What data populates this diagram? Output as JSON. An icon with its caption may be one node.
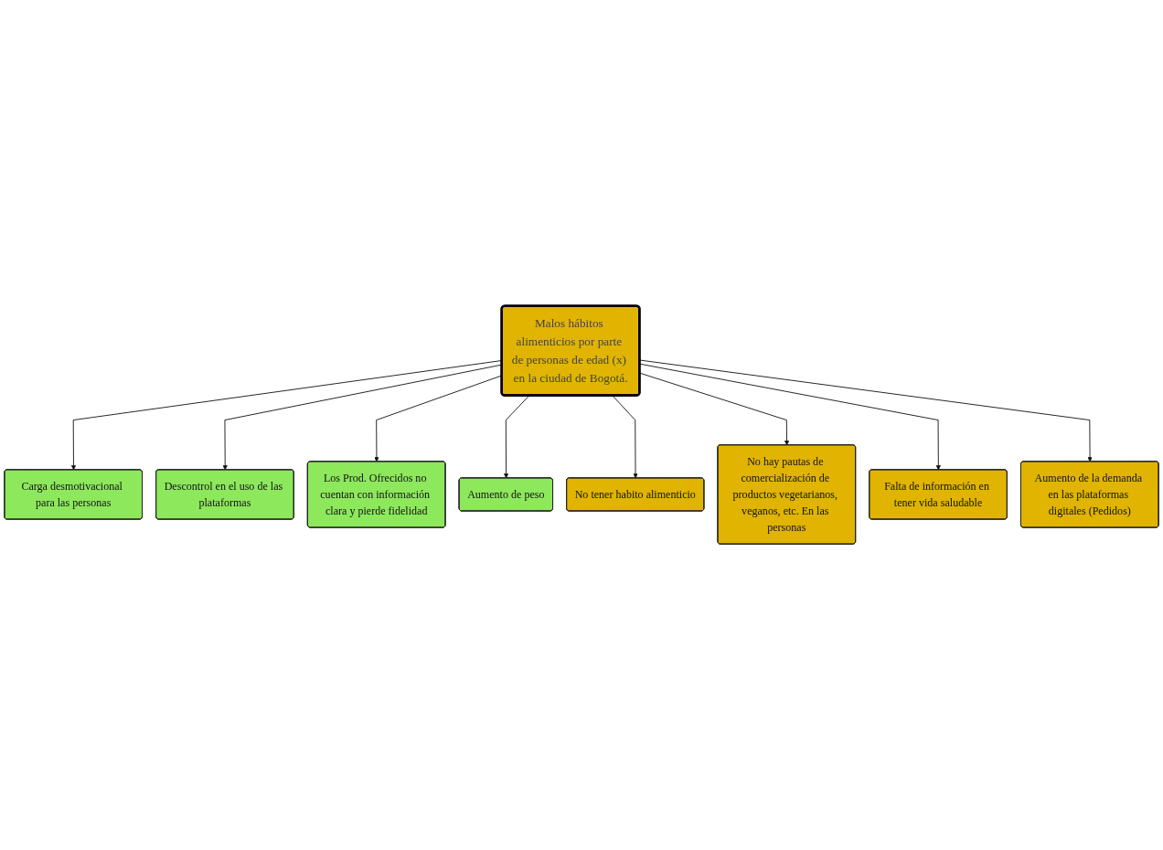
{
  "diagram": {
    "nodes": [
      {
        "text": [
          "Carga desmotivacional para las personas"
        ]
      },
      {
        "text": [
          "Descontrol en el uso de las plataformas"
        ]
      },
      {
        "text": [
          "Los Prod. Ofrecidos no cuentan con información clara y pierde fidelidad"
        ]
      },
      {
        "text": [
          "Aumento de peso"
        ]
      },
      {
        "text": [
          "Malos hábitos alimenticios por parte de personas de edad (x) en la ciudad de Bogotá."
        ]
      },
      {
        "text": [
          "No tener habito alimenticio"
        ]
      },
      {
        "text": [
          "No hay pautas de comercialización de productos vegetarianos, veganos, etc. En las personas"
        ]
      },
      {
        "text": [
          "Falta de información en tener vida saludable"
        ]
      },
      {
        "text": [
          "Aumento de la demanda en las plataformas digitales (Pedidos)"
        ]
      }
    ],
    "edges": [
      {
        "from": 4,
        "to": 0,
        "arrow": "to"
      },
      {
        "from": 4,
        "to": 1,
        "arrow": "to"
      },
      {
        "from": 4,
        "to": 2,
        "arrow": "to"
      },
      {
        "from": 4,
        "to": 3,
        "arrow": "to"
      },
      {
        "from": 4,
        "to": 5,
        "arrow": "to"
      },
      {
        "from": 4,
        "to": 6,
        "arrow": "to"
      },
      {
        "from": 4,
        "to": 7,
        "arrow": "to"
      },
      {
        "from": 4,
        "to": 8,
        "arrow": "to"
      }
    ]
  }
}
